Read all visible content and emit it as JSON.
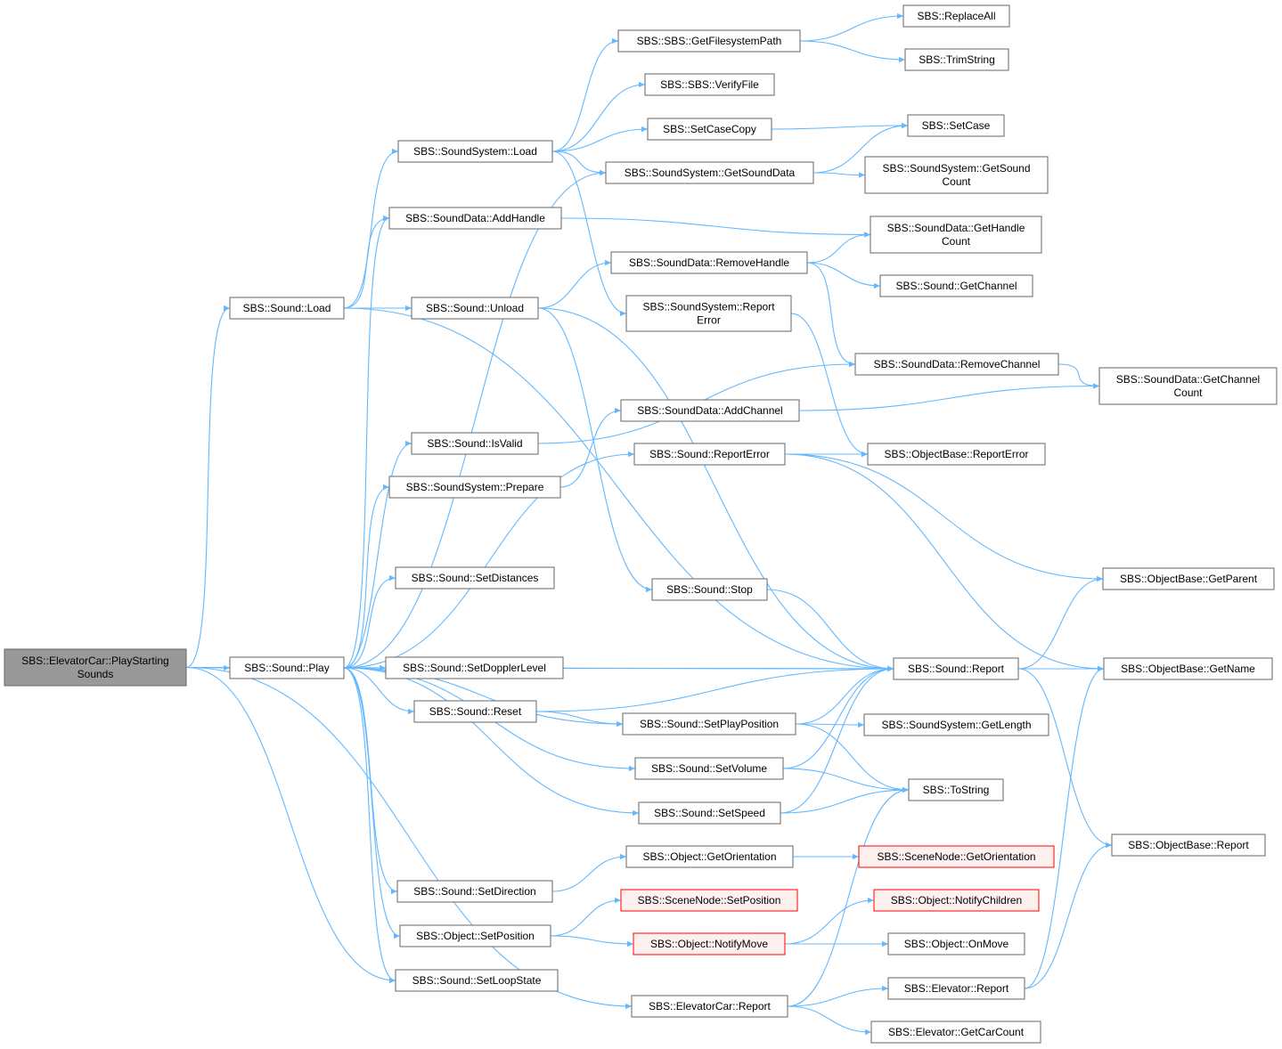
{
  "diagram": {
    "edge_color": "#63b8ff",
    "root_fill": "#999999",
    "external_border": "#ff0000",
    "nodes": [
      {
        "id": "pss",
        "lines": [
          "SBS::ElevatorCar::PlayStarting",
          "Sounds"
        ],
        "style": "root"
      },
      {
        "id": "sload",
        "lines": [
          "SBS::Sound::Load"
        ]
      },
      {
        "id": "splay",
        "lines": [
          "SBS::Sound::Play"
        ]
      },
      {
        "id": "ssload",
        "lines": [
          "SBS::SoundSystem::Load"
        ]
      },
      {
        "id": "addh",
        "lines": [
          "SBS::SoundData::AddHandle"
        ]
      },
      {
        "id": "unload",
        "lines": [
          "SBS::Sound::Unload"
        ]
      },
      {
        "id": "isvalid",
        "lines": [
          "SBS::Sound::IsValid"
        ]
      },
      {
        "id": "prepare",
        "lines": [
          "SBS::SoundSystem::Prepare"
        ]
      },
      {
        "id": "setdist",
        "lines": [
          "SBS::Sound::SetDistances"
        ]
      },
      {
        "id": "setdop",
        "lines": [
          "SBS::Sound::SetDopplerLevel"
        ]
      },
      {
        "id": "reset",
        "lines": [
          "SBS::Sound::Reset"
        ]
      },
      {
        "id": "setdir",
        "lines": [
          "SBS::Sound::SetDirection"
        ]
      },
      {
        "id": "osetpos",
        "lines": [
          "SBS::Object::SetPosition"
        ]
      },
      {
        "id": "setloop",
        "lines": [
          "SBS::Sound::SetLoopState"
        ]
      },
      {
        "id": "getfs",
        "lines": [
          "SBS::SBS::GetFilesystemPath"
        ]
      },
      {
        "id": "verify",
        "lines": [
          "SBS::SBS::VerifyFile"
        ]
      },
      {
        "id": "casecopy",
        "lines": [
          "SBS::SetCaseCopy"
        ]
      },
      {
        "id": "getsd",
        "lines": [
          "SBS::SoundSystem::GetSoundData"
        ]
      },
      {
        "id": "remh",
        "lines": [
          "SBS::SoundData::RemoveHandle"
        ]
      },
      {
        "id": "ssrep",
        "lines": [
          "SBS::SoundSystem::Report",
          "Error"
        ]
      },
      {
        "id": "addch",
        "lines": [
          "SBS::SoundData::AddChannel"
        ]
      },
      {
        "id": "srepe",
        "lines": [
          "SBS::Sound::ReportError"
        ]
      },
      {
        "id": "stop",
        "lines": [
          "SBS::Sound::Stop"
        ]
      },
      {
        "id": "setpp",
        "lines": [
          "SBS::Sound::SetPlayPosition"
        ]
      },
      {
        "id": "setvol",
        "lines": [
          "SBS::Sound::SetVolume"
        ]
      },
      {
        "id": "setspd",
        "lines": [
          "SBS::Sound::SetSpeed"
        ]
      },
      {
        "id": "getori",
        "lines": [
          "SBS::Object::GetOrientation"
        ]
      },
      {
        "id": "snsetpos",
        "lines": [
          "SBS::SceneNode::SetPosition"
        ],
        "style": "red"
      },
      {
        "id": "notmove",
        "lines": [
          "SBS::Object::NotifyMove"
        ],
        "style": "red"
      },
      {
        "id": "ecrep",
        "lines": [
          "SBS::ElevatorCar::Report"
        ]
      },
      {
        "id": "repall",
        "lines": [
          "SBS::ReplaceAll"
        ]
      },
      {
        "id": "trim",
        "lines": [
          "SBS::TrimString"
        ]
      },
      {
        "id": "setcase",
        "lines": [
          "SBS::SetCase"
        ]
      },
      {
        "id": "getsc",
        "lines": [
          "SBS::SoundSystem::GetSound",
          "Count"
        ]
      },
      {
        "id": "gethc",
        "lines": [
          "SBS::SoundData::GetHandle",
          "Count"
        ]
      },
      {
        "id": "getch",
        "lines": [
          "SBS::Sound::GetChannel"
        ]
      },
      {
        "id": "remch",
        "lines": [
          "SBS::SoundData::RemoveChannel"
        ]
      },
      {
        "id": "obrepe",
        "lines": [
          "SBS::ObjectBase::ReportError"
        ]
      },
      {
        "id": "srep",
        "lines": [
          "SBS::Sound::Report"
        ]
      },
      {
        "id": "getlen",
        "lines": [
          "SBS::SoundSystem::GetLength"
        ]
      },
      {
        "id": "tostr",
        "lines": [
          "SBS::ToString"
        ]
      },
      {
        "id": "sngetori",
        "lines": [
          "SBS::SceneNode::GetOrientation"
        ],
        "style": "red"
      },
      {
        "id": "notch",
        "lines": [
          "SBS::Object::NotifyChildren"
        ],
        "style": "red"
      },
      {
        "id": "onmove",
        "lines": [
          "SBS::Object::OnMove"
        ]
      },
      {
        "id": "elrep",
        "lines": [
          "SBS::Elevator::Report"
        ]
      },
      {
        "id": "getcc",
        "lines": [
          "SBS::Elevator::GetCarCount"
        ]
      },
      {
        "id": "getchc",
        "lines": [
          "SBS::SoundData::GetChannel",
          "Count"
        ]
      },
      {
        "id": "getpar",
        "lines": [
          "SBS::ObjectBase::GetParent"
        ]
      },
      {
        "id": "getname",
        "lines": [
          "SBS::ObjectBase::GetName"
        ]
      },
      {
        "id": "obrep",
        "lines": [
          "SBS::ObjectBase::Report"
        ]
      }
    ],
    "edges": [
      [
        "pss",
        "sload"
      ],
      [
        "pss",
        "splay"
      ],
      [
        "pss",
        "srep"
      ],
      [
        "pss",
        "setloop"
      ],
      [
        "pss",
        "ecrep"
      ],
      [
        "sload",
        "ssload"
      ],
      [
        "sload",
        "addh"
      ],
      [
        "sload",
        "unload"
      ],
      [
        "sload",
        "srep"
      ],
      [
        "splay",
        "addh"
      ],
      [
        "splay",
        "getsd"
      ],
      [
        "splay",
        "isvalid"
      ],
      [
        "splay",
        "prepare"
      ],
      [
        "splay",
        "srepe"
      ],
      [
        "splay",
        "setdist"
      ],
      [
        "splay",
        "srep"
      ],
      [
        "splay",
        "setdop"
      ],
      [
        "splay",
        "reset"
      ],
      [
        "splay",
        "setpp"
      ],
      [
        "splay",
        "setvol"
      ],
      [
        "splay",
        "setspd"
      ],
      [
        "splay",
        "setdir"
      ],
      [
        "splay",
        "osetpos"
      ],
      [
        "splay",
        "setloop"
      ],
      [
        "ssload",
        "getfs"
      ],
      [
        "ssload",
        "verify"
      ],
      [
        "ssload",
        "casecopy"
      ],
      [
        "ssload",
        "getsd"
      ],
      [
        "ssload",
        "ssrep"
      ],
      [
        "addh",
        "gethc"
      ],
      [
        "unload",
        "remh"
      ],
      [
        "unload",
        "stop"
      ],
      [
        "unload",
        "srep"
      ],
      [
        "isvalid",
        "remch"
      ],
      [
        "prepare",
        "addch"
      ],
      [
        "reset",
        "srep"
      ],
      [
        "reset",
        "setpp"
      ],
      [
        "setdir",
        "getori"
      ],
      [
        "osetpos",
        "snsetpos"
      ],
      [
        "osetpos",
        "notmove"
      ],
      [
        "getfs",
        "repall"
      ],
      [
        "getfs",
        "trim"
      ],
      [
        "casecopy",
        "setcase"
      ],
      [
        "getsd",
        "setcase"
      ],
      [
        "getsd",
        "getsc"
      ],
      [
        "remh",
        "gethc"
      ],
      [
        "remh",
        "getch"
      ],
      [
        "remh",
        "remch"
      ],
      [
        "ssrep",
        "obrepe"
      ],
      [
        "addch",
        "getchc"
      ],
      [
        "srepe",
        "obrepe"
      ],
      [
        "srepe",
        "getpar"
      ],
      [
        "srepe",
        "getname"
      ],
      [
        "stop",
        "srep"
      ],
      [
        "setpp",
        "getlen"
      ],
      [
        "setpp",
        "srep"
      ],
      [
        "setpp",
        "tostr"
      ],
      [
        "setvol",
        "srep"
      ],
      [
        "setvol",
        "tostr"
      ],
      [
        "setspd",
        "srep"
      ],
      [
        "setspd",
        "tostr"
      ],
      [
        "getori",
        "sngetori"
      ],
      [
        "notmove",
        "notch"
      ],
      [
        "notmove",
        "onmove"
      ],
      [
        "ecrep",
        "tostr"
      ],
      [
        "ecrep",
        "elrep"
      ],
      [
        "ecrep",
        "getcc"
      ],
      [
        "remch",
        "getchc"
      ],
      [
        "srep",
        "getpar"
      ],
      [
        "srep",
        "getname"
      ],
      [
        "srep",
        "obrep"
      ],
      [
        "elrep",
        "getname"
      ],
      [
        "elrep",
        "obrep"
      ]
    ]
  }
}
